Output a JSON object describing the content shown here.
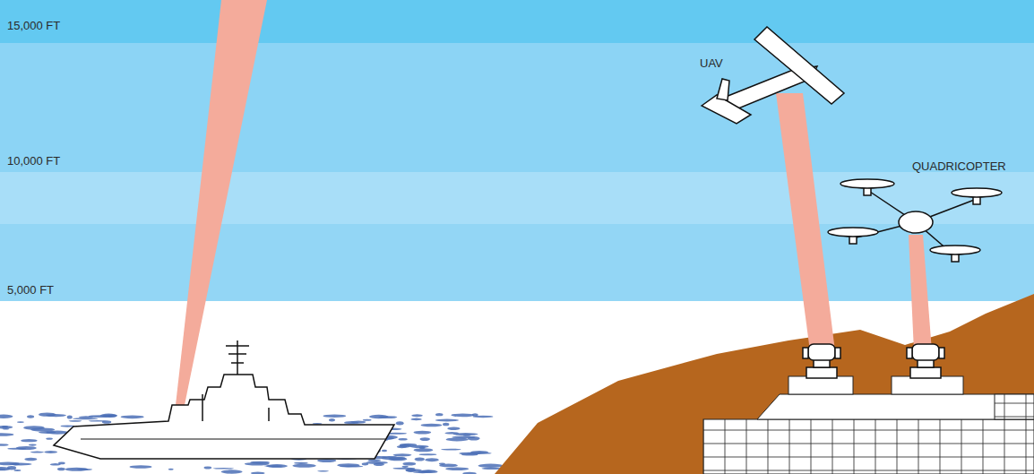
{
  "diagram": {
    "labels": [
      "15,000 FT",
      "10,000 FT",
      "5,000 FT",
      "UAV",
      "QUADRICOPTER"
    ]
  }
}
